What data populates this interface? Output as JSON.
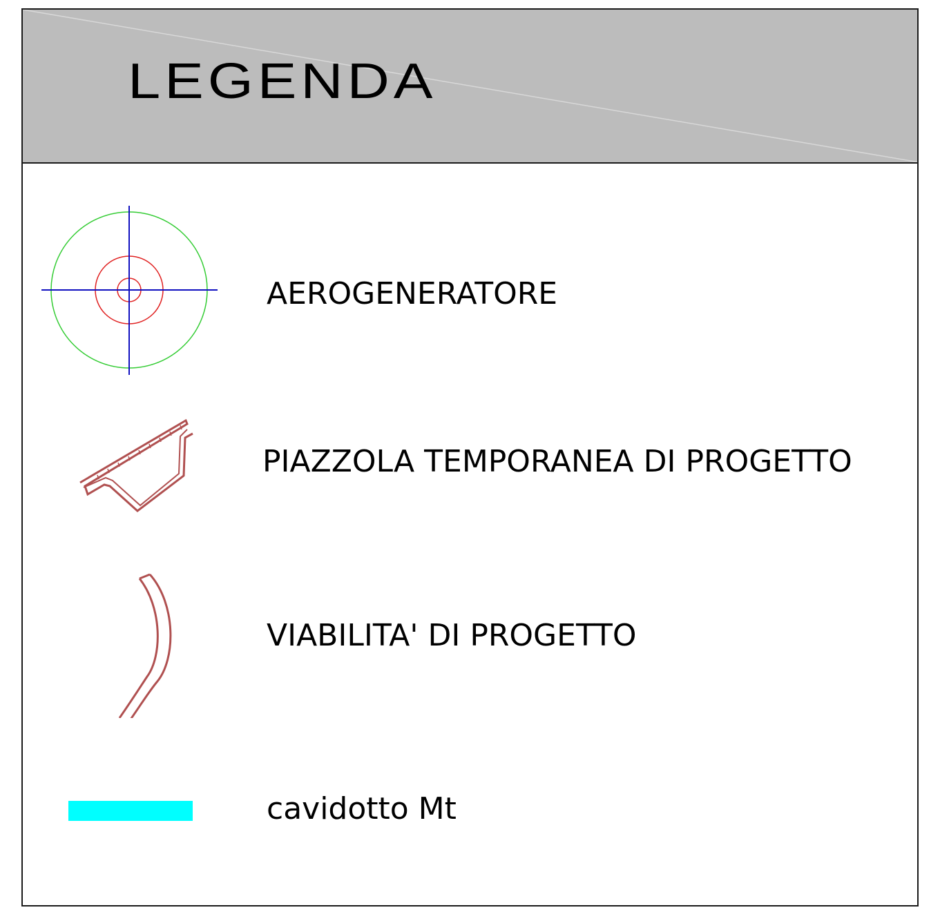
{
  "legend": {
    "title": "LEGENDA",
    "items": [
      {
        "label": "AEROGENERATORE",
        "symbol": "turbine-symbol-icon",
        "colors": {
          "outer_circle": "#33cc33",
          "inner_circles": "#e02020",
          "crosshair": "#1010c0"
        }
      },
      {
        "label": "PIAZZOLA TEMPORANEA DI PROGETTO",
        "symbol": "pad-outline-icon",
        "colors": {
          "outline": "#b05050"
        }
      },
      {
        "label": "VIABILITA' DI PROGETTO",
        "symbol": "road-curve-icon",
        "colors": {
          "outline": "#b05050"
        }
      },
      {
        "label": "cavidotto Mt",
        "symbol": "cable-line-icon",
        "colors": {
          "fill": "#00ffff"
        }
      }
    ]
  },
  "colors": {
    "header_bg": "#bcbcbc",
    "border": "#1a1a1a"
  }
}
